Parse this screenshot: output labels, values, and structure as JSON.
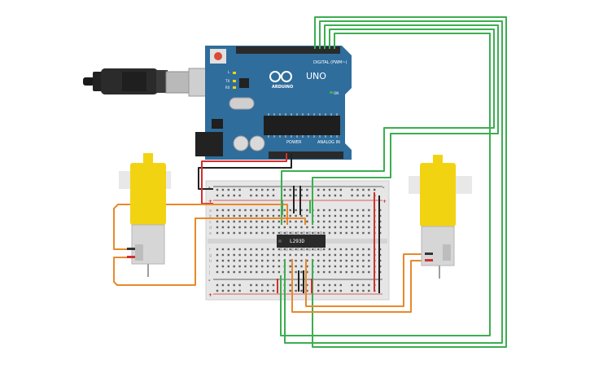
{
  "arduino": {
    "model": "UNO",
    "brand": "ARDUINO",
    "digital_label": "DIGITAL (PWM~)",
    "power_label": "POWER",
    "analog_label": "ANALOG IN",
    "tx_label": "TX",
    "rx_label": "RX",
    "l_label": "L",
    "on_label": "ON"
  },
  "driver_chip": {
    "label": "L293D"
  },
  "breadboard": {
    "rows_top": [
      "a",
      "b",
      "c",
      "d",
      "e"
    ],
    "rows_bottom": [
      "f",
      "g",
      "h",
      "i",
      "j"
    ]
  },
  "colors": {
    "board": "#2f6d9c",
    "wire_green": "#3cae50",
    "wire_orange": "#e8892b",
    "wire_red": "#d32f2f",
    "wire_black": "#222222",
    "motor_yellow": "#f2d312",
    "breadboard": "#e6e6e6"
  }
}
